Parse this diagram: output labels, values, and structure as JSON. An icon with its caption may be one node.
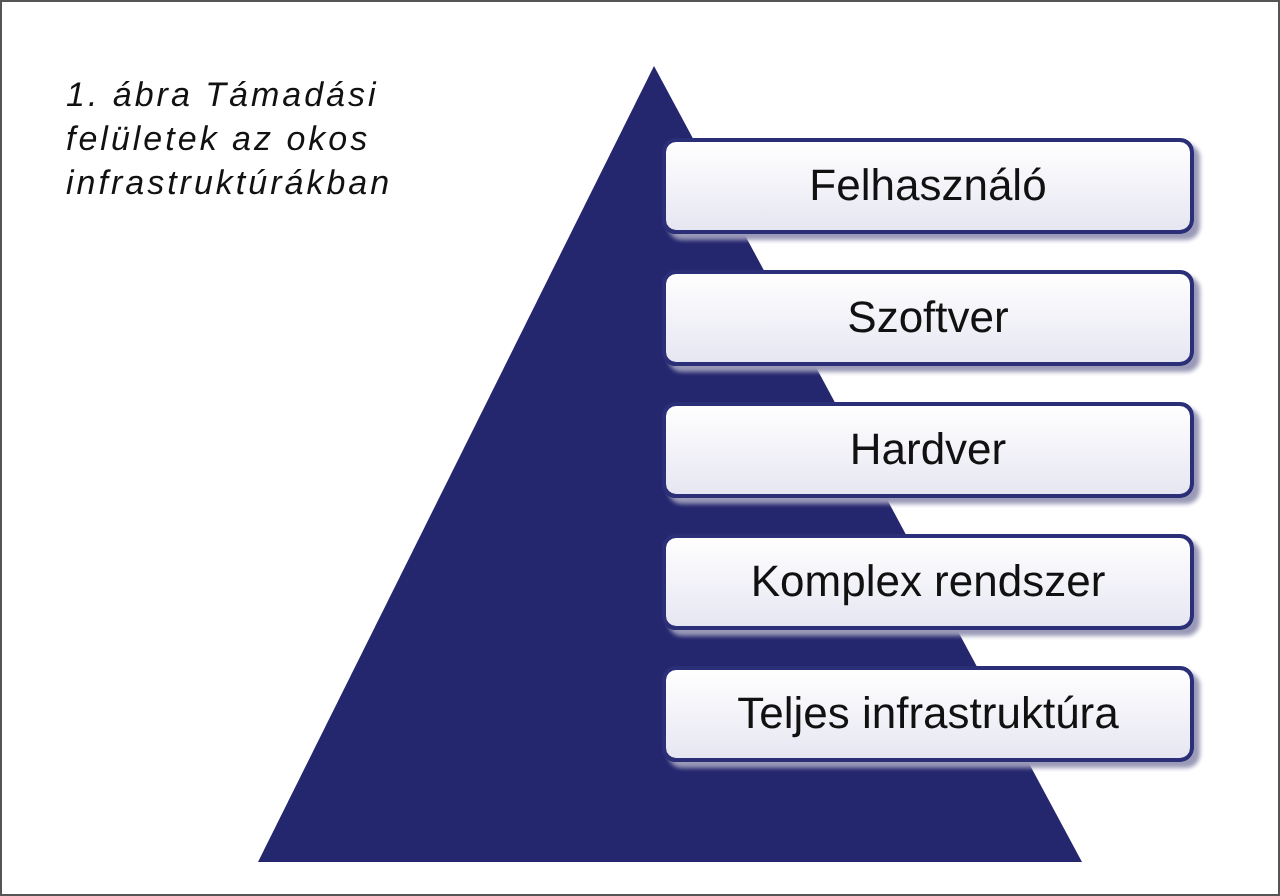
{
  "diagram": {
    "title": "1. ábra Támadási felületek az okos infrastruktúrákban",
    "nodes": [
      {
        "text": [
          "Felhasználó"
        ]
      },
      {
        "text": [
          "Szoftver"
        ]
      },
      {
        "text": [
          "Hardver"
        ]
      },
      {
        "text": [
          "Komplex rendszer"
        ]
      },
      {
        "text": [
          "Teljes infrastruktúra"
        ]
      }
    ]
  }
}
